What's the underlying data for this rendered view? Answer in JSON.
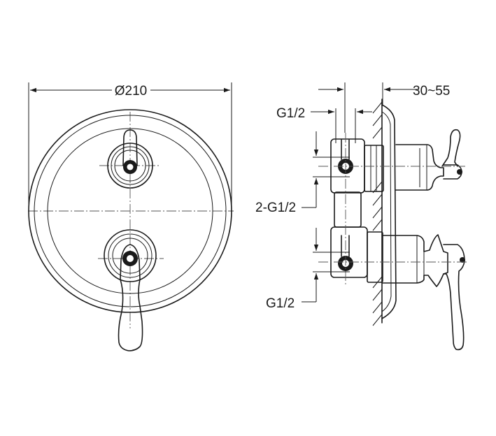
{
  "dimensions": {
    "diameter": "Ø210",
    "depth_range": "30~55",
    "thread_top": "G1/2",
    "thread_middle": "2-G1/2",
    "thread_bottom": "G1/2"
  }
}
